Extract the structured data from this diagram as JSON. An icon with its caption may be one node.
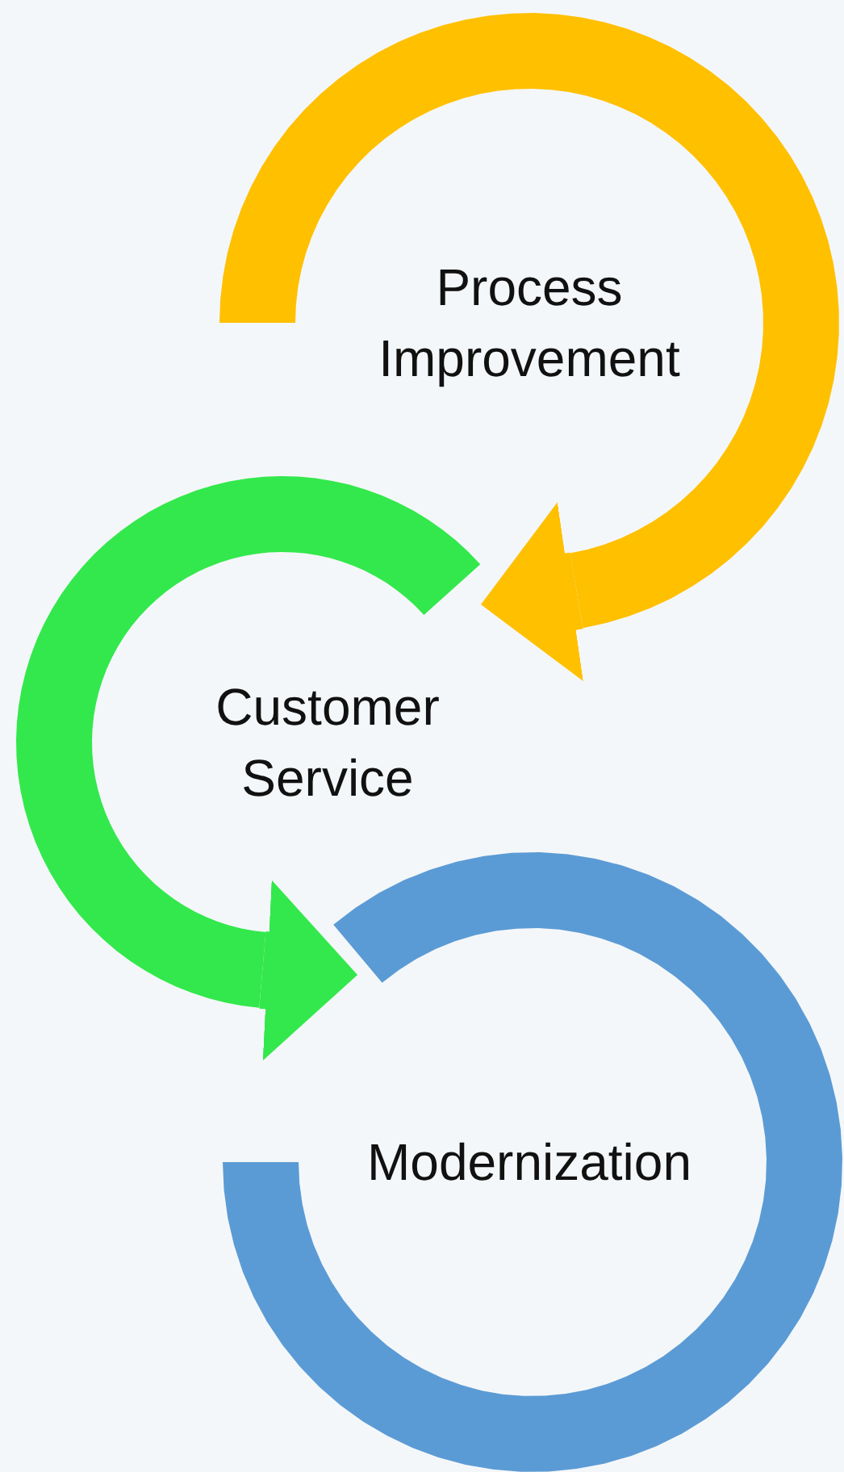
{
  "diagram": {
    "nodes": [
      {
        "text": [
          "Process Improvement"
        ]
      },
      {
        "text": [
          "Customer Service"
        ]
      },
      {
        "text": [
          "Modernization"
        ]
      }
    ],
    "edges": [
      {
        "from": 0,
        "to": 1,
        "arrow": "to",
        "color": "#ffc000"
      },
      {
        "from": 1,
        "to": 2,
        "arrow": "to",
        "color": "#33e84c"
      }
    ]
  }
}
